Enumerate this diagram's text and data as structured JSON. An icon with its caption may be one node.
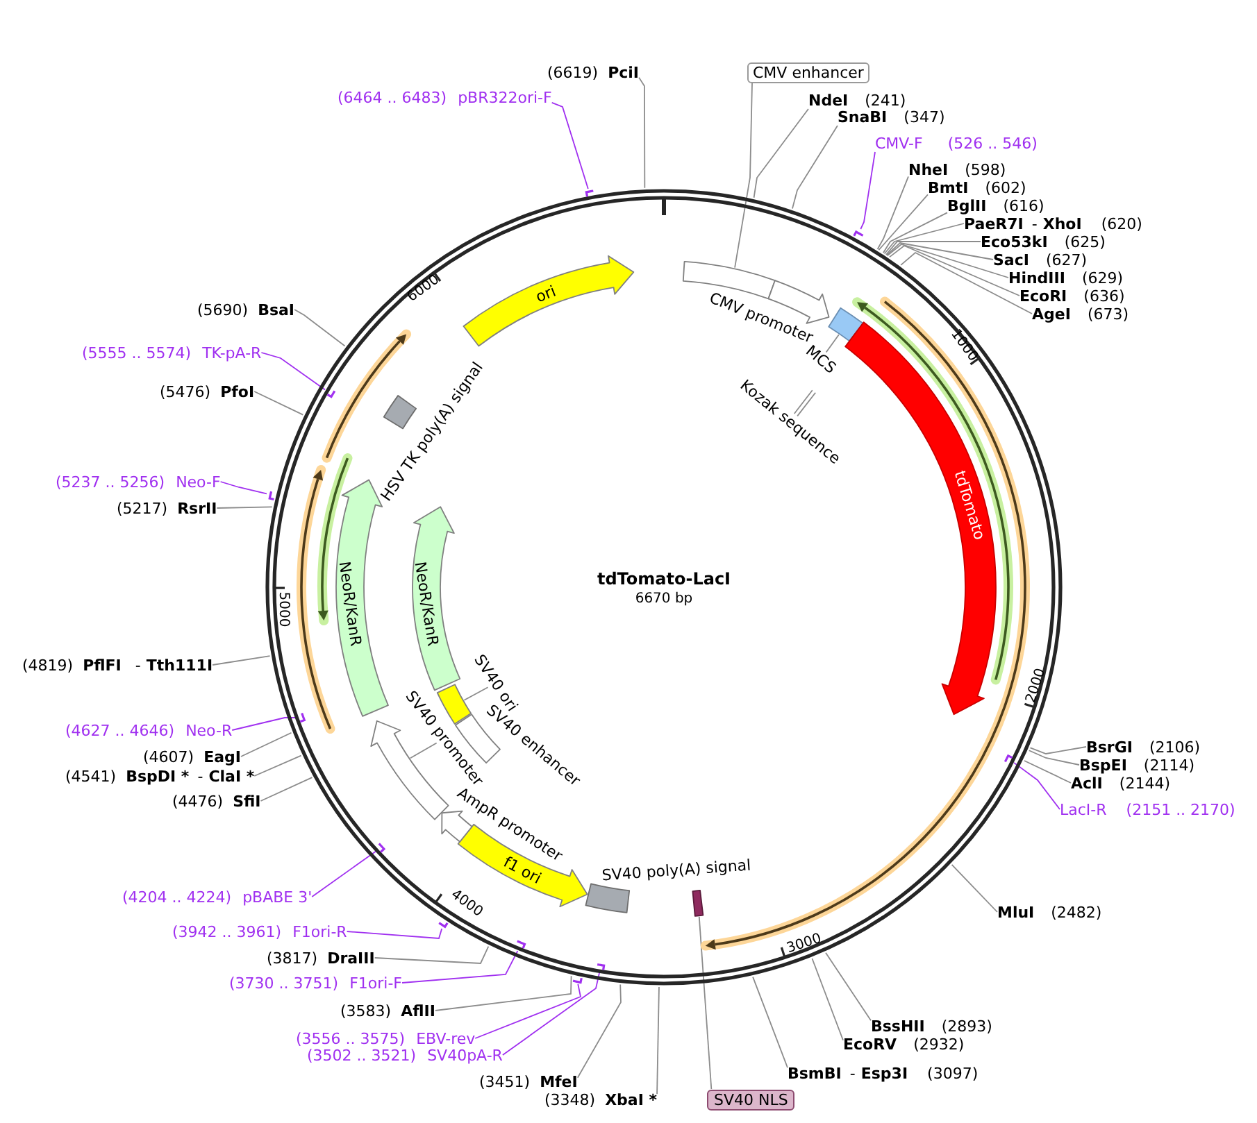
{
  "diagram": {
    "nodes": [
      {
        "text": [
          "tdTomato-LacI",
          "6670 bp"
        ]
      },
      {
        "text": [
          "ori"
        ],
        "in": 0
      },
      {
        "text": [],
        "shape": "box",
        "in": 0
      },
      {
        "text": [],
        "shape": "arrow",
        "in": 0,
        "beside": [
          "CMV promoter"
        ]
      },
      {
        "text": [],
        "shape": "box",
        "in": 0
      },
      {
        "text": [
          "MCS"
        ],
        "in": 0
      },
      {
        "text": [
          "Kozak sequence"
        ],
        "in": 0
      },
      {
        "text": [
          "tdTomato"
        ],
        "in": 0
      },
      {
        "text": [],
        "shape": "box",
        "in": 0
      },
      {
        "text": [],
        "shape": "box",
        "in": 0,
        "beside": [
          "SV40 poly(A) signal"
        ]
      },
      {
        "text": [
          "f1 ori"
        ],
        "in": 0
      },
      {
        "text": [],
        "shape": "arrow",
        "in": 0,
        "beside": [
          "AmpR promoter"
        ]
      },
      {
        "text": [],
        "shape": "arrow",
        "in": 0
      },
      {
        "text": [
          "SV40 promoter"
        ],
        "in": 0
      },
      {
        "text": [],
        "shape": "box",
        "in": 0,
        "beside": [
          "SV40 enhancer"
        ]
      },
      {
        "text": [],
        "shape": "box",
        "in": 0
      },
      {
        "text": [
          "SV40 ori"
        ],
        "in": 0
      },
      {
        "text": [
          "NeoR/KanR"
        ],
        "in": 0
      },
      {
        "text": [
          "NeoR/KanR"
        ],
        "in": 0
      },
      {
        "text": [],
        "shape": "box",
        "in": 0,
        "beside": [
          "HSV TK poly(A) signal"
        ]
      },
      {
        "text": [
          "(6619)",
          "PciI"
        ]
      },
      {
        "text": [
          "(6464 .. 6483)",
          "pBR322ori-F"
        ]
      },
      {
        "text": [
          "CMV enhancer"
        ]
      },
      {
        "text": [
          "NdeI",
          "(241)"
        ]
      },
      {
        "text": [
          "SnaBI",
          "(347)"
        ]
      },
      {
        "text": [
          "CMV-F",
          "(526 .. 546)"
        ]
      },
      {
        "text": [
          "NheI",
          "(598)"
        ]
      },
      {
        "text": [
          "BmtI",
          "(602)"
        ]
      },
      {
        "text": [
          "BglII",
          "(616)"
        ]
      },
      {
        "text": [
          "PaeR7I",
          "-",
          "XhoI",
          "(620)"
        ]
      },
      {
        "text": [
          "Eco53kI",
          "(625)"
        ]
      },
      {
        "text": [
          "SacI",
          "(627)"
        ]
      },
      {
        "text": [
          "HindIII",
          "(629)"
        ]
      },
      {
        "text": [
          "EcoRI",
          "(636)"
        ]
      },
      {
        "text": [
          "AgeI",
          "(673)"
        ]
      },
      {
        "text": [
          "BsrGI",
          "(2106)"
        ]
      },
      {
        "text": [
          "BspEI",
          "(2114)"
        ]
      },
      {
        "text": [
          "AclI",
          "(2144)"
        ]
      },
      {
        "text": [
          "LacI-R",
          "(2151 .. 2170)"
        ]
      },
      {
        "text": [
          "MluI",
          "(2482)"
        ]
      },
      {
        "text": [
          "BssHII",
          "(2893)"
        ]
      },
      {
        "text": [
          "EcoRV",
          "(2932)"
        ]
      },
      {
        "text": [
          "BsmBI",
          "-",
          "Esp3I",
          "(3097)"
        ]
      },
      {
        "text": [
          "SV40 NLS"
        ]
      },
      {
        "text": [
          "(3348)",
          "XbaI *"
        ]
      },
      {
        "text": [
          "(3451)",
          "MfeI"
        ]
      },
      {
        "text": [
          "(3502 .. 3521)",
          "SV40pA-R"
        ]
      },
      {
        "text": [
          "(3556 .. 3575)",
          "EBV-rev"
        ]
      },
      {
        "text": [
          "(3583)",
          "AflII"
        ]
      },
      {
        "text": [
          "(3730 .. 3751)",
          "F1ori-F"
        ]
      },
      {
        "text": [
          "(3817)",
          "DraIII"
        ]
      },
      {
        "text": [
          "(3942 .. 3961)",
          "F1ori-R"
        ]
      },
      {
        "text": [
          "(4204 .. 4224)",
          "pBABE 3'"
        ]
      },
      {
        "text": [
          "(4476)",
          "SfiI"
        ]
      },
      {
        "text": [
          "(4541)",
          "BspDI *",
          "-",
          "ClaI *"
        ]
      },
      {
        "text": [
          "(4607)",
          "EagI"
        ]
      },
      {
        "text": [
          "(4627 .. 4646)",
          "Neo-R"
        ]
      },
      {
        "text": [
          "(4819)",
          "PflFI",
          "-",
          "Tth111I"
        ]
      },
      {
        "text": [
          "(5217)",
          "RsrII"
        ]
      },
      {
        "text": [
          "(5237 .. 5256)",
          "Neo-F"
        ]
      },
      {
        "text": [
          "(5476)",
          "PfoI"
        ]
      },
      {
        "text": [
          "(5555 .. 5574)",
          "TK-pA-R"
        ]
      },
      {
        "text": [
          "(5690)",
          "BsaI"
        ]
      },
      {
        "text": [],
        "shape": "bar",
        "in": 0
      },
      {
        "text": [],
        "shape": "bar",
        "in": 0
      },
      {
        "text": [],
        "shape": "bar",
        "in": 0
      },
      {
        "text": [],
        "shape": "bar",
        "in": 0
      },
      {
        "text": [],
        "shape": "bar",
        "in": 0
      },
      {
        "text": [],
        "shape": "bar",
        "in": 0
      },
      {
        "text": [],
        "shape": "bar",
        "in": 0
      },
      {
        "text": [],
        "shape": "bar",
        "in": 0
      },
      {
        "text": [],
        "shape": "bar",
        "in": 0
      },
      {
        "text": [],
        "shape": "bar",
        "in": 0
      },
      {
        "text": [],
        "shape": "bar",
        "in": 0
      }
    ],
    "edges": [
      {
        "from": 20,
        "to": 0,
        "arrow": "none"
      },
      {
        "from": 21,
        "to": 63,
        "arrow": "none",
        "color": "#a030f0"
      },
      {
        "from": 22,
        "to": 2,
        "arrow": "none"
      },
      {
        "from": 23,
        "to": 0,
        "arrow": "none"
      },
      {
        "from": 24,
        "to": 0,
        "arrow": "none"
      },
      {
        "from": 25,
        "to": 64,
        "arrow": "none",
        "color": "#a030f0"
      },
      {
        "from": 26,
        "to": 0,
        "arrow": "none"
      },
      {
        "from": 27,
        "to": 0,
        "arrow": "none"
      },
      {
        "from": 28,
        "to": 0,
        "arrow": "none"
      },
      {
        "from": 29,
        "to": 0,
        "arrow": "none"
      },
      {
        "from": 30,
        "to": 0,
        "arrow": "none"
      },
      {
        "from": 31,
        "to": 0,
        "arrow": "none"
      },
      {
        "from": 32,
        "to": 0,
        "arrow": "none"
      },
      {
        "from": 33,
        "to": 0,
        "arrow": "none"
      },
      {
        "from": 34,
        "to": 0,
        "arrow": "none"
      },
      {
        "from": 35,
        "to": 0,
        "arrow": "none"
      },
      {
        "from": 36,
        "to": 0,
        "arrow": "none"
      },
      {
        "from": 37,
        "to": 0,
        "arrow": "none"
      },
      {
        "from": 38,
        "to": 65,
        "arrow": "none",
        "color": "#a030f0"
      },
      {
        "from": 39,
        "to": 0,
        "arrow": "none"
      },
      {
        "from": 40,
        "to": 0,
        "arrow": "none"
      },
      {
        "from": 41,
        "to": 0,
        "arrow": "none"
      },
      {
        "from": 42,
        "to": 0,
        "arrow": "none"
      },
      {
        "from": 43,
        "to": 8,
        "arrow": "none"
      },
      {
        "from": 44,
        "to": 0,
        "arrow": "none"
      },
      {
        "from": 45,
        "to": 0,
        "arrow": "none"
      },
      {
        "from": 46,
        "to": 66,
        "arrow": "none",
        "color": "#a030f0"
      },
      {
        "from": 47,
        "to": 67,
        "arrow": "none",
        "color": "#a030f0"
      },
      {
        "from": 48,
        "to": 0,
        "arrow": "none"
      },
      {
        "from": 49,
        "to": 68,
        "arrow": "none",
        "color": "#a030f0"
      },
      {
        "from": 50,
        "to": 0,
        "arrow": "none"
      },
      {
        "from": 51,
        "to": 69,
        "arrow": "none",
        "color": "#a030f0"
      },
      {
        "from": 52,
        "to": 70,
        "arrow": "none",
        "color": "#a030f0"
      },
      {
        "from": 53,
        "to": 0,
        "arrow": "none"
      },
      {
        "from": 54,
        "to": 0,
        "arrow": "none"
      },
      {
        "from": 55,
        "to": 0,
        "arrow": "none"
      },
      {
        "from": 56,
        "to": 71,
        "arrow": "none",
        "color": "#a030f0"
      },
      {
        "from": 57,
        "to": 0,
        "arrow": "none"
      },
      {
        "from": 58,
        "to": 0,
        "arrow": "none"
      },
      {
        "from": 59,
        "to": 72,
        "arrow": "none",
        "color": "#a030f0"
      },
      {
        "from": 60,
        "to": 0,
        "arrow": "none"
      },
      {
        "from": 61,
        "to": 73,
        "arrow": "none",
        "color": "#a030f0"
      },
      {
        "from": 62,
        "to": 0,
        "arrow": "none"
      },
      {
        "from": 5,
        "to": 4,
        "arrow": "none"
      },
      {
        "from": 6,
        "to": null,
        "arrow": "none"
      },
      {
        "from": 13,
        "to": 12,
        "arrow": "none"
      },
      {
        "from": 16,
        "to": 15,
        "arrow": "none"
      }
    ],
    "labels": [
      "6000",
      "1000",
      "5000",
      "2000",
      "4000",
      "3000"
    ]
  }
}
